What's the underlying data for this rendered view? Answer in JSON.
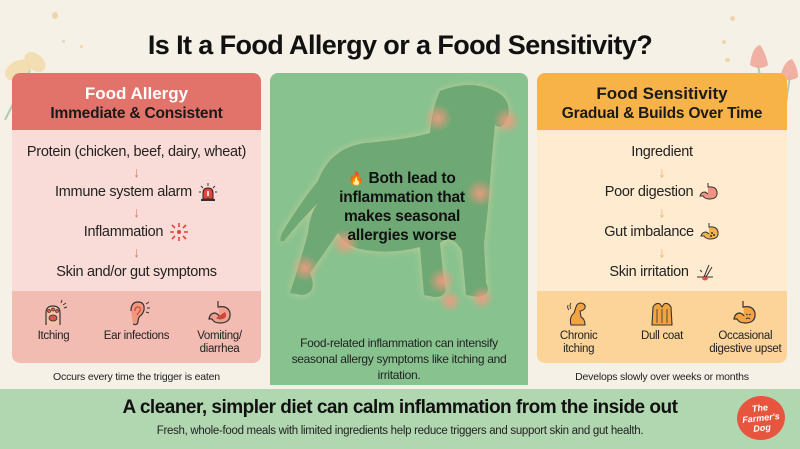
{
  "title": "Is It a Food Allergy or a Food Sensitivity?",
  "allergy": {
    "title": "Food Allergy",
    "subtitle": "Immediate & Consistent",
    "color": "#e1736a",
    "flow": [
      {
        "label": "Protein (chicken, beef, dairy, wheat)",
        "icon": ""
      },
      {
        "label": "Immune system alarm",
        "icon": "alarm-siren-icon"
      },
      {
        "label": "Inflammation",
        "icon": "inflammation-burst-icon"
      },
      {
        "label": "Skin and/or gut symptoms",
        "icon": ""
      }
    ],
    "symptoms": [
      {
        "label": "Itching",
        "icon": "paw-itch-icon"
      },
      {
        "label": "Ear infections",
        "icon": "ear-icon"
      },
      {
        "label": "Vomiting/\ndiarrhea",
        "icon": "stomach-icon"
      }
    ],
    "note": "Occurs every time the trigger is eaten"
  },
  "center": {
    "headline_icon": "🔥",
    "headline": "Both lead to inflammation that makes seasonal allergies worse",
    "body": "Food-related inflammation can intensify seasonal allergy symptoms like itching and irritation.",
    "color": "#88c28f"
  },
  "sensitivity": {
    "title": "Food Sensitivity",
    "subtitle": "Gradual & Builds Over Time",
    "color": "#f7b347",
    "flow": [
      {
        "label": "Ingredient",
        "icon": ""
      },
      {
        "label": "Poor digestion",
        "icon": "stomach-icon"
      },
      {
        "label": "Gut imbalance",
        "icon": "gut-bacteria-icon"
      },
      {
        "label": "Skin irritation",
        "icon": "hair-follicle-icon"
      }
    ],
    "symptoms": [
      {
        "label": "Chronic\nitching",
        "icon": "scratching-dog-icon"
      },
      {
        "label": "Dull coat",
        "icon": "dull-coat-icon"
      },
      {
        "label": "Occasional\ndigestive upset",
        "icon": "upset-stomach-icon"
      }
    ],
    "note": "Develops slowly over weeks or months"
  },
  "banner": {
    "title": "A cleaner, simpler diet can calm inflammation from the inside out",
    "subtitle": "Fresh, whole-food meals with limited ingredients help reduce triggers and support skin and gut health."
  },
  "logo": {
    "line1": "The",
    "line2": "Farmer's",
    "line3": "Dog",
    "color": "#e8553f"
  },
  "arrow_glyph": "↓"
}
